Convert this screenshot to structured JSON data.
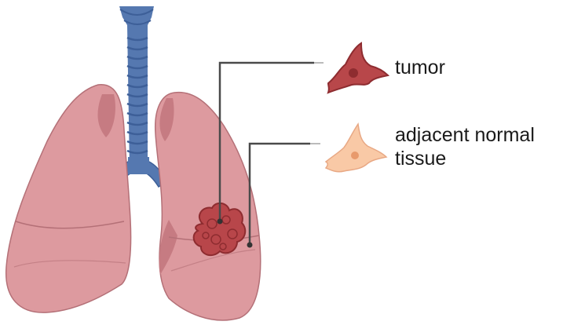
{
  "labels": {
    "tumor": "tumor",
    "normal_line1": "adjacent normal",
    "normal_line2": "tissue"
  },
  "colors": {
    "lung_fill": "#dd9a9f",
    "lung_shade": "#c67b82",
    "lung_outline": "#b47077",
    "trachea": "#5578b0",
    "trachea_dark": "#3d5f98",
    "tumor_mass": "#b8464a",
    "tumor_mass_dark": "#8e2c30",
    "tumor_cell": "#b8474a",
    "normal_cell": "#f9c9a6",
    "leader_line": "#4a4a4a"
  },
  "icons": {
    "tumor_cell": "tumor-cell-icon",
    "normal_cell": "normal-cell-icon"
  }
}
